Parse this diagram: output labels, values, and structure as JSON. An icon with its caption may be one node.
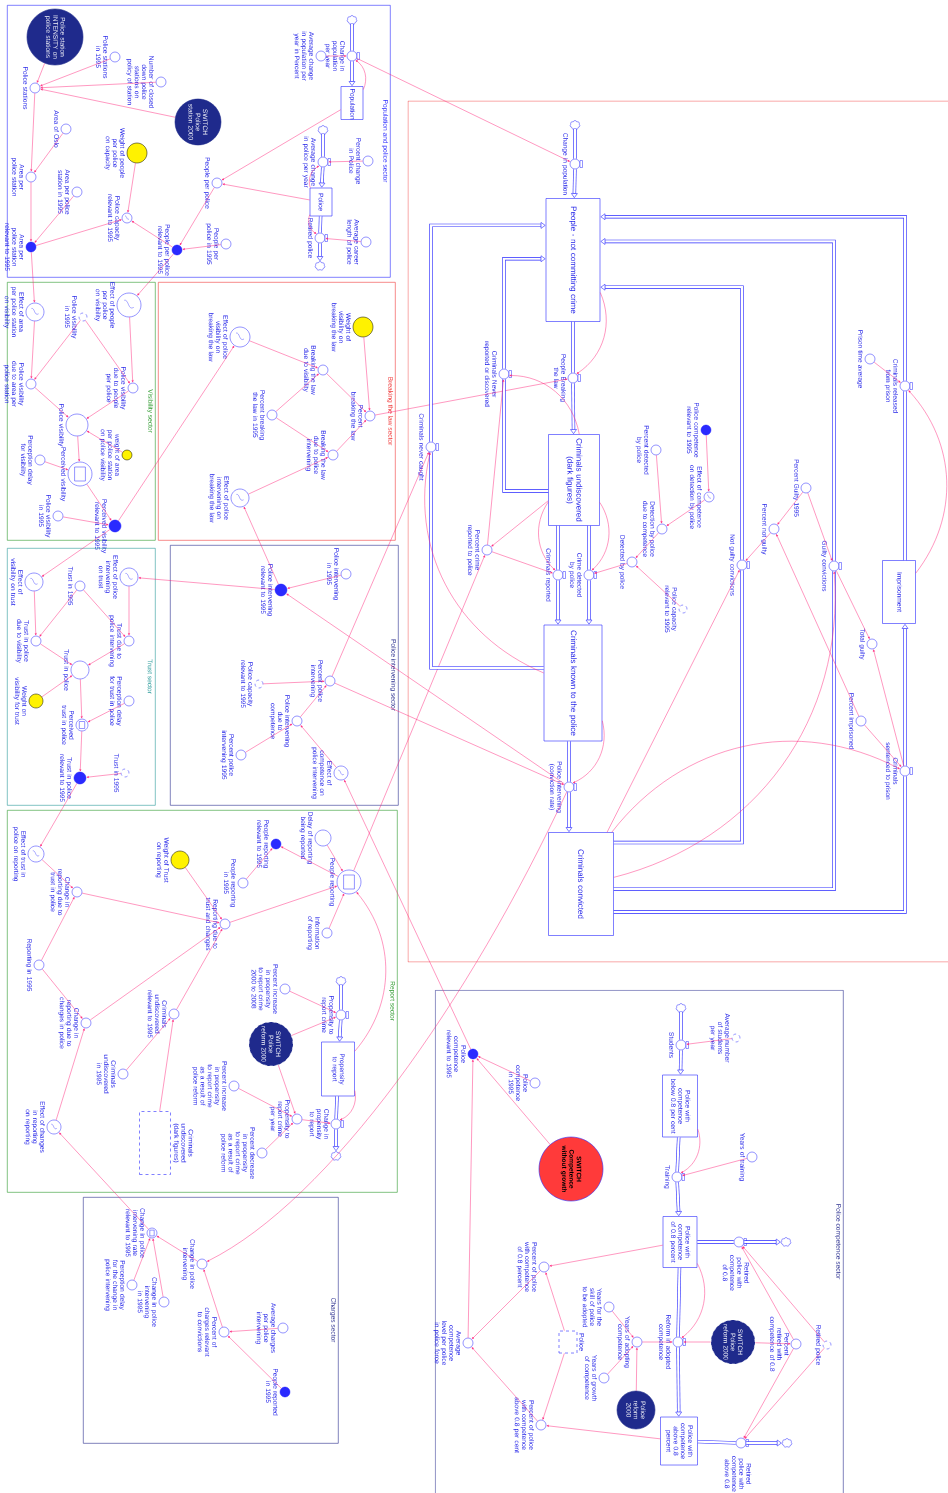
{
  "diagram": {
    "nodes": [
      {
        "text": [
          "Population and police sector"
        ]
      },
      {
        "text": [
          "Police station INTENSITY on police stations"
        ],
        "in": 0
      },
      {
        "text": [
          "Police stations in 1995"
        ],
        "in": 0
      },
      {
        "text": [
          "Number of closed down police stations on policy of station"
        ],
        "in": 0
      },
      {
        "text": [
          "SWITCH Police station 2000"
        ],
        "in": 0
      },
      {
        "text": [
          "Police stations"
        ],
        "in": 0
      },
      {
        "text": [
          "Area of Oslo"
        ],
        "in": 0
      },
      {
        "text": [
          "Area per police station"
        ],
        "in": 0
      },
      {
        "text": [
          "Area per police station in 1995"
        ],
        "in": 0
      },
      {
        "text": [
          "Weight of people per police on capacity"
        ],
        "in": 0
      },
      {
        "text": [
          "Police capacity relevant to 1995"
        ],
        "in": 0
      },
      {
        "text": [
          "Area per police station relevant to 1995"
        ],
        "in": 0
      },
      {
        "text": [
          "People per police relevant to 1995"
        ],
        "in": 0
      },
      {
        "text": [
          "People per police in 1995"
        ],
        "in": 0
      },
      {
        "text": [
          "People per police"
        ],
        "in": 0
      },
      {
        "text": [
          "Population"
        ],
        "in": 0
      },
      {
        "text": [],
        "shape": "cloud",
        "in": 0
      },
      {
        "text": [
          "Change in population per year"
        ],
        "in": 0
      },
      {
        "text": [
          "Average change in population per year in Percent"
        ],
        "in": 0
      },
      {
        "text": [
          "Police"
        ],
        "in": 0
      },
      {
        "text": [],
        "shape": "cloud",
        "in": 0
      },
      {
        "text": [
          "Average change in police per year"
        ],
        "in": 0
      },
      {
        "text": [
          "Percent change in Police"
        ],
        "in": 0
      },
      {
        "text": [
          "Retired police"
        ],
        "in": 0
      },
      {
        "text": [],
        "shape": "cloud",
        "in": 0
      },
      {
        "text": [
          "Average career length of police"
        ],
        "in": 0
      },
      {
        "text": [
          "Visibility sector"
        ]
      },
      {
        "text": [
          "Effect of area per police station on visibility"
        ],
        "in": 26
      },
      {
        "text": [
          "Police visibility in 1995"
        ],
        "in": 26
      },
      {
        "text": [
          "Effect of people per police on visibility"
        ],
        "in": 26
      },
      {
        "text": [
          "Police visibility due to area per police station"
        ],
        "in": 26
      },
      {
        "text": [
          "Police visibility due to people per police"
        ],
        "in": 26
      },
      {
        "text": [
          "Police visibility"
        ],
        "in": 26
      },
      {
        "text": [
          "weight of area per police station on police visibility"
        ],
        "in": 26
      },
      {
        "text": [
          "Perception delay for visibility"
        ],
        "in": 26
      },
      {
        "text": [
          "Perceived visibility"
        ],
        "in": 26
      },
      {
        "text": [
          "Police visibility in 1995"
        ],
        "in": 26
      },
      {
        "text": [
          "Perceived visibility relevant to 1995"
        ],
        "in": 26
      },
      {
        "text": [
          "Breaking the law sector"
        ]
      },
      {
        "text": [
          "Weight of visibility on breaking the law"
        ],
        "in": 38
      },
      {
        "text": [
          "Effect of police visibility on breaking the law"
        ],
        "in": 38
      },
      {
        "text": [
          "Breaking the law due to visibility"
        ],
        "in": 38
      },
      {
        "text": [
          "Percent breaking the law"
        ],
        "in": 38
      },
      {
        "text": [
          "Percent breaking the law in 1995"
        ],
        "in": 38
      },
      {
        "text": [
          "Breaking the law due to police intervening"
        ],
        "in": 38
      },
      {
        "text": [
          "Effect of police intervening on breaking the law"
        ],
        "in": 38
      },
      {
        "text": [
          "Trust sector"
        ]
      },
      {
        "text": [
          "Effect of visibility on trust"
        ],
        "in": 46
      },
      {
        "text": [
          "Trust in 1995"
        ],
        "in": 46
      },
      {
        "text": [
          "Effect of police intervening on trust"
        ],
        "in": 46
      },
      {
        "text": [
          "Trust in police due to visibility"
        ],
        "in": 46
      },
      {
        "text": [
          "Trust due to police intervening"
        ],
        "in": 46
      },
      {
        "text": [
          "Trust in police"
        ],
        "in": 46
      },
      {
        "text": [
          "Weight on visibility for trust"
        ],
        "in": 46
      },
      {
        "text": [
          "Perception delay for trust in police"
        ],
        "in": 46
      },
      {
        "text": [
          "Perceived trust in police"
        ],
        "in": 46
      },
      {
        "text": [
          "Trust in 1995"
        ],
        "in": 46
      },
      {
        "text": [
          "Trust in police relevant to 1995"
        ],
        "in": 46
      },
      {
        "text": [
          "Police intervening sector"
        ]
      },
      {
        "text": [
          "Police intervening relevant to 1995"
        ],
        "in": 58
      },
      {
        "text": [
          "Police intervening in 1995"
        ],
        "in": 58
      },
      {
        "text": [
          "Police capacity relevant to 1995"
        ],
        "in": 58
      },
      {
        "text": [
          "Percent police intervening"
        ],
        "in": 58
      },
      {
        "text": [
          "Police intervening due to competence"
        ],
        "in": 58
      },
      {
        "text": [
          "Percent police intervening 1995"
        ],
        "in": 58
      },
      {
        "text": [
          "Effect of competence on police intervening"
        ],
        "in": 58
      },
      {
        "text": [
          "Report sector"
        ]
      },
      {
        "text": [
          "Effect of trust in police on reporting"
        ],
        "in": 66
      },
      {
        "text": [
          "Weight of Trust on reporting"
        ],
        "in": 66
      },
      {
        "text": [
          "People reporting relevant to 1995"
        ],
        "in": 66
      },
      {
        "text": [
          "Delay of reporting being reported"
        ],
        "in": 66
      },
      {
        "text": [
          "Change in reporting due to trust in police"
        ],
        "in": 66
      },
      {
        "text": [
          "People reporting in 1995"
        ],
        "in": 66
      },
      {
        "text": [
          "Reporting due to trust and changes"
        ],
        "in": 66
      },
      {
        "text": [
          "People reporting"
        ],
        "in": 66
      },
      {
        "text": [
          "Information of reporting"
        ],
        "in": 66
      },
      {
        "text": [
          "Reporting in 1995"
        ],
        "in": 66
      },
      {
        "text": [
          "Change in reporting due to changes in police"
        ],
        "in": 66
      },
      {
        "text": [
          "Criminals undiscovered relevant to 1995"
        ],
        "in": 66
      },
      {
        "text": [
          "Criminals undiscovered in 1995"
        ],
        "in": 66
      },
      {
        "text": [
          "Effect of changes in reporting on reporting"
        ],
        "in": 66
      },
      {
        "text": [
          "Criminals undiscovered (dark figures)"
        ],
        "in": 66
      },
      {
        "text": [
          "Percent increase in propensity to report crime 2000 to 2008"
        ],
        "in": 66
      },
      {
        "text": [],
        "shape": "cloud",
        "in": 66
      },
      {
        "text": [
          "Propensity to report crime"
        ],
        "in": 66
      },
      {
        "text": [
          "SWITCH Police reform 2000"
        ],
        "in": 66
      },
      {
        "text": [
          "Propensity to report"
        ],
        "in": 66
      },
      {
        "text": [
          "Change in propensity to report"
        ],
        "in": 66
      },
      {
        "text": [],
        "shape": "cloud",
        "in": 66
      },
      {
        "text": [
          "Percent increase in propensity to report crime as a result of police reform"
        ],
        "in": 66
      },
      {
        "text": [
          "Propensity to report crime per year"
        ],
        "in": 66
      },
      {
        "text": [
          "Percent decrease in propensity to report crime as a result of police reform"
        ],
        "in": 66
      },
      {
        "text": [
          "Charges sector"
        ]
      },
      {
        "text": [
          "Change in police intervening rate relevant to 1995"
        ],
        "in": 92
      },
      {
        "text": [
          "Change in police intervening"
        ],
        "in": 92
      },
      {
        "text": [
          "Perception delay for the change in police intervening"
        ],
        "in": 92
      },
      {
        "text": [
          "Change in police intervening in 1995"
        ],
        "in": 92
      },
      {
        "text": [
          "Percent of charges relevant to convictions"
        ],
        "in": 92
      },
      {
        "text": [
          "Average charges per police intervening"
        ],
        "in": 92
      },
      {
        "text": [
          "People reported in 1995"
        ],
        "in": 92
      },
      {
        "text": [
          "Police competence sector"
        ]
      },
      {
        "text": [
          "Police competence relevant to 1995"
        ],
        "in": 100
      },
      {
        "text": [
          "Police competence in 1995"
        ],
        "in": 100
      },
      {
        "text": [
          "SWITCH Competence without growth"
        ],
        "in": 100
      },
      {
        "text": [],
        "shape": "cloud",
        "in": 100
      },
      {
        "text": [
          "Students"
        ],
        "in": 100
      },
      {
        "text": [
          "Average number of students per year"
        ],
        "in": 100
      },
      {
        "text": [
          "Police with competence below 0.8 per cent"
        ],
        "in": 100
      },
      {
        "text": [
          "Training"
        ],
        "in": 100
      },
      {
        "text": [
          "Years of training"
        ],
        "in": 100
      },
      {
        "text": [
          "Police with competence of 0.8 percent"
        ],
        "in": 100
      },
      {
        "text": [
          "Retired police with competence of 0.8"
        ],
        "in": 100
      },
      {
        "text": [],
        "shape": "cloud",
        "in": 100
      },
      {
        "text": [
          "Percent of police with competence of 0.8 percent"
        ],
        "in": 100
      },
      {
        "text": [
          "Years for the skill of police to be adopted"
        ],
        "in": 100
      },
      {
        "text": [
          "Years of adopting competence"
        ],
        "in": 100
      },
      {
        "text": [
          "Reform in adopted competence"
        ],
        "in": 100
      },
      {
        "text": [
          "SWITCH Police reform 2000"
        ],
        "in": 100
      },
      {
        "text": [
          "Percent retired with competence of 0.8"
        ],
        "in": 100
      },
      {
        "text": [
          "Retired police"
        ],
        "in": 100
      },
      {
        "text": [
          "Years of growth of competence"
        ],
        "in": 100
      },
      {
        "text": [
          "Police reform 2000"
        ],
        "in": 100
      },
      {
        "text": [
          "Police"
        ],
        "in": 100
      },
      {
        "text": [
          "Percent of police with competence above 0.8 per cent"
        ],
        "in": 100
      },
      {
        "text": [
          "Average competence level per police in police force"
        ],
        "in": 100
      },
      {
        "text": [
          "Police with competence above 0.8 percent"
        ],
        "in": 100
      },
      {
        "text": [
          "Retired police with competence above 0.8"
        ],
        "in": 100
      },
      {
        "text": [],
        "shape": "cloud",
        "in": 100
      },
      {
        "text": [],
        "shape": "box"
      },
      {
        "text": [],
        "shape": "cloud",
        "in": 128
      },
      {
        "text": [
          "Change in population"
        ],
        "in": 128
      },
      {
        "text": [
          "People - not committing crime"
        ],
        "in": 128
      },
      {
        "text": [
          "People Breaking the law"
        ],
        "in": 128
      },
      {
        "text": [
          "Criminals undiscovered (dark figures)"
        ],
        "in": 128
      },
      {
        "text": [
          "Criminals Never reported or discovered"
        ],
        "in": 128
      },
      {
        "text": [
          "Criminals never caught"
        ],
        "in": 128
      },
      {
        "text": [
          "Percent crime reported to police"
        ],
        "in": 128
      },
      {
        "text": [
          "Criminals reported"
        ],
        "in": 128
      },
      {
        "text": [
          "Crime detected by police"
        ],
        "in": 128
      },
      {
        "text": [
          "Detected by police"
        ],
        "in": 128
      },
      {
        "text": [
          "Detection by police due to competence"
        ],
        "in": 128
      },
      {
        "text": [
          "Percent detected by police"
        ],
        "in": 128
      },
      {
        "text": [
          "Police competence relevant to 1995"
        ],
        "in": 128
      },
      {
        "text": [
          "Effect of competence on detection by police"
        ],
        "in": 128
      },
      {
        "text": [
          "Police capacity relevant to 1995"
        ],
        "in": 128
      },
      {
        "text": [
          "Criminals released from prison"
        ],
        "in": 128
      },
      {
        "text": [
          "Prison time average"
        ],
        "in": 128
      },
      {
        "text": [
          "Percent Guilty 1995"
        ],
        "in": 128
      },
      {
        "text": [
          "Percent not guilty"
        ],
        "in": 128
      },
      {
        "text": [
          "Not guilty convictions"
        ],
        "in": 128
      },
      {
        "text": [
          "Guilty convictions"
        ],
        "in": 128
      },
      {
        "text": [
          "Imprisonment"
        ],
        "in": 128
      },
      {
        "text": [
          "Total guilty"
        ],
        "in": 128
      },
      {
        "text": [
          "Percent imprisoned"
        ],
        "in": 128
      },
      {
        "text": [
          "Criminals sentenced to prison"
        ],
        "in": 128
      },
      {
        "text": [
          "Criminals known to the police"
        ],
        "in": 128
      },
      {
        "text": [
          "Police intervening (conviction rate)"
        ],
        "in": 128
      },
      {
        "text": [
          "Criminals convicted"
        ],
        "in": 128
      }
    ],
    "edges": [
      {
        "from": 1,
        "to": 5,
        "arrow": "to"
      },
      {
        "from": 2,
        "to": 5,
        "arrow": "to"
      },
      {
        "from": 3,
        "to": 5,
        "arrow": "to"
      },
      {
        "from": 4,
        "to": 5,
        "arrow": "to"
      },
      {
        "from": 5,
        "to": 7,
        "arrow": "to"
      },
      {
        "from": 6,
        "to": 7,
        "arrow": "to"
      },
      {
        "from": 7,
        "to": 11,
        "arrow": "to"
      },
      {
        "from": 8,
        "to": 11,
        "arrow": "to"
      },
      {
        "from": 11,
        "to": 10,
        "arrow": "to"
      },
      {
        "from": 9,
        "to": 10,
        "arrow": "to"
      },
      {
        "from": 12,
        "to": 10,
        "arrow": "to"
      },
      {
        "from": 13,
        "to": 12,
        "arrow": "to"
      },
      {
        "from": 14,
        "to": 12,
        "arrow": "to"
      },
      {
        "from": 15,
        "to": 14,
        "arrow": "to"
      },
      {
        "from": 19,
        "to": 14,
        "arrow": "to"
      },
      {
        "from": 18,
        "to": 17,
        "arrow": "to"
      },
      {
        "from": 15,
        "to": 17,
        "arrow": "to"
      },
      {
        "from": 22,
        "to": 21,
        "arrow": "to"
      },
      {
        "from": 19,
        "to": 21,
        "arrow": "to"
      },
      {
        "from": 25,
        "to": 23,
        "arrow": "to"
      },
      {
        "from": 19,
        "to": 23,
        "arrow": "to"
      },
      {
        "from": 17,
        "to": 130,
        "arrow": "to"
      },
      {
        "from": 11,
        "to": 27,
        "arrow": "to"
      },
      {
        "from": 12,
        "to": 29,
        "arrow": "to"
      },
      {
        "from": 16,
        "to": 17,
        "arrow": "none",
        "style": "thick",
        "color": "#2a2aff"
      },
      {
        "from": 17,
        "to": 15,
        "arrow": "to",
        "style": "thick",
        "color": "#2a2aff"
      },
      {
        "from": 20,
        "to": 21,
        "arrow": "none",
        "style": "thick",
        "color": "#2a2aff"
      },
      {
        "from": 21,
        "to": 19,
        "arrow": "to",
        "style": "thick",
        "color": "#2a2aff"
      },
      {
        "from": 19,
        "to": 23,
        "arrow": "none",
        "style": "thick",
        "color": "#2a2aff"
      },
      {
        "from": 23,
        "to": 24,
        "arrow": "to",
        "style": "thick",
        "color": "#2a2aff"
      },
      {
        "from": 27,
        "to": 30,
        "arrow": "to"
      },
      {
        "from": 28,
        "to": 30,
        "arrow": "to"
      },
      {
        "from": 28,
        "to": 31,
        "arrow": "to"
      },
      {
        "from": 29,
        "to": 31,
        "arrow": "to"
      },
      {
        "from": 30,
        "to": 32,
        "arrow": "to"
      },
      {
        "from": 31,
        "to": 32,
        "arrow": "to"
      },
      {
        "from": 33,
        "to": 32,
        "arrow": "to"
      },
      {
        "from": 32,
        "to": 35,
        "arrow": "to"
      },
      {
        "from": 34,
        "to": 35,
        "arrow": "to"
      },
      {
        "from": 35,
        "to": 37,
        "arrow": "to"
      },
      {
        "from": 36,
        "to": 37,
        "arrow": "to"
      },
      {
        "from": 37,
        "to": 40,
        "arrow": "to"
      },
      {
        "from": 37,
        "to": 47,
        "arrow": "to"
      },
      {
        "from": 40,
        "to": 41,
        "arrow": "to"
      },
      {
        "from": 43,
        "to": 41,
        "arrow": "to"
      },
      {
        "from": 43,
        "to": 44,
        "arrow": "to"
      },
      {
        "from": 45,
        "to": 44,
        "arrow": "to"
      },
      {
        "from": 41,
        "to": 42,
        "arrow": "to"
      },
      {
        "from": 44,
        "to": 42,
        "arrow": "to"
      },
      {
        "from": 39,
        "to": 42,
        "arrow": "to"
      },
      {
        "from": 42,
        "to": 132,
        "arrow": "to"
      },
      {
        "from": 47,
        "to": 50,
        "arrow": "to"
      },
      {
        "from": 48,
        "to": 50,
        "arrow": "to"
      },
      {
        "from": 48,
        "to": 51,
        "arrow": "to"
      },
      {
        "from": 49,
        "to": 51,
        "arrow": "to"
      },
      {
        "from": 50,
        "to": 52,
        "arrow": "to"
      },
      {
        "from": 51,
        "to": 52,
        "arrow": "to"
      },
      {
        "from": 53,
        "to": 52,
        "arrow": "to"
      },
      {
        "from": 52,
        "to": 55,
        "arrow": "to"
      },
      {
        "from": 54,
        "to": 55,
        "arrow": "to"
      },
      {
        "from": 55,
        "to": 57,
        "arrow": "to"
      },
      {
        "from": 56,
        "to": 57,
        "arrow": "to"
      },
      {
        "from": 57,
        "to": 67,
        "arrow": "to"
      },
      {
        "from": 60,
        "to": 59,
        "arrow": "to"
      },
      {
        "from": 156,
        "to": 59,
        "arrow": "to"
      },
      {
        "from": 59,
        "to": 45,
        "arrow": "to"
      },
      {
        "from": 59,
        "to": 49,
        "arrow": "to"
      },
      {
        "from": 61,
        "to": 62,
        "arrow": "to"
      },
      {
        "from": 63,
        "to": 62,
        "arrow": "to"
      },
      {
        "from": 64,
        "to": 63,
        "arrow": "to"
      },
      {
        "from": 65,
        "to": 63,
        "arrow": "to"
      },
      {
        "from": 101,
        "to": 65,
        "arrow": "to"
      },
      {
        "from": 62,
        "to": 135,
        "arrow": "to"
      },
      {
        "from": 62,
        "to": 156,
        "arrow": "to"
      },
      {
        "from": 67,
        "to": 71,
        "arrow": "to"
      },
      {
        "from": 76,
        "to": 71,
        "arrow": "to"
      },
      {
        "from": 76,
        "to": 77,
        "arrow": "to"
      },
      {
        "from": 80,
        "to": 77,
        "arrow": "to"
      },
      {
        "from": 71,
        "to": 73,
        "arrow": "to"
      },
      {
        "from": 77,
        "to": 73,
        "arrow": "to"
      },
      {
        "from": 68,
        "to": 73,
        "arrow": "to"
      },
      {
        "from": 78,
        "to": 73,
        "arrow": "to"
      },
      {
        "from": 79,
        "to": 78,
        "arrow": "to"
      },
      {
        "from": 81,
        "to": 78,
        "arrow": "to"
      },
      {
        "from": 73,
        "to": 74,
        "arrow": "to"
      },
      {
        "from": 70,
        "to": 74,
        "arrow": "to"
      },
      {
        "from": 75,
        "to": 74,
        "arrow": "to"
      },
      {
        "from": 86,
        "to": 74,
        "arrow": "to"
      },
      {
        "from": 74,
        "to": 69,
        "arrow": "to"
      },
      {
        "from": 72,
        "to": 69,
        "arrow": "to"
      },
      {
        "from": 74,
        "to": 136,
        "arrow": "to"
      },
      {
        "from": 82,
        "to": 84,
        "arrow": "to"
      },
      {
        "from": 85,
        "to": 84,
        "arrow": "to"
      },
      {
        "from": 85,
        "to": 90,
        "arrow": "to"
      },
      {
        "from": 89,
        "to": 90,
        "arrow": "to"
      },
      {
        "from": 91,
        "to": 90,
        "arrow": "to"
      },
      {
        "from": 90,
        "to": 87,
        "arrow": "to"
      },
      {
        "from": 86,
        "to": 87,
        "arrow": "to"
      },
      {
        "from": 93,
        "to": 80,
        "arrow": "to"
      },
      {
        "from": 156,
        "to": 94,
        "arrow": "to"
      },
      {
        "from": 83,
        "to": 84,
        "arrow": "none",
        "style": "thick",
        "color": "#2a2aff"
      },
      {
        "from": 84,
        "to": 86,
        "arrow": "to",
        "style": "thick",
        "color": "#2a2aff"
      },
      {
        "from": 86,
        "to": 87,
        "arrow": "none",
        "style": "thick",
        "color": "#2a2aff"
      },
      {
        "from": 87,
        "to": 88,
        "arrow": "to",
        "style": "thick",
        "color": "#2a2aff"
      },
      {
        "from": 94,
        "to": 93,
        "arrow": "to"
      },
      {
        "from": 95,
        "to": 93,
        "arrow": "to"
      },
      {
        "from": 96,
        "to": 93,
        "arrow": "to"
      },
      {
        "from": 97,
        "to": 94,
        "arrow": "to"
      },
      {
        "from": 98,
        "to": 97,
        "arrow": "to"
      },
      {
        "from": 99,
        "to": 97,
        "arrow": "to"
      },
      {
        "from": 102,
        "to": 101,
        "arrow": "to"
      },
      {
        "from": 103,
        "to": 101,
        "arrow": "to"
      },
      {
        "from": 124,
        "to": 101,
        "arrow": "to"
      },
      {
        "from": 113,
        "to": 124,
        "arrow": "to"
      },
      {
        "from": 123,
        "to": 124,
        "arrow": "to"
      },
      {
        "from": 110,
        "to": 113,
        "arrow": "to"
      },
      {
        "from": 122,
        "to": 113,
        "arrow": "to"
      },
      {
        "from": 122,
        "to": 123,
        "arrow": "to"
      },
      {
        "from": 125,
        "to": 123,
        "arrow": "to"
      },
      {
        "from": 106,
        "to": 105,
        "arrow": "to"
      },
      {
        "from": 107,
        "to": 108,
        "arrow": "to"
      },
      {
        "from": 109,
        "to": 108,
        "arrow": "to"
      },
      {
        "from": 114,
        "to": 115,
        "arrow": "to"
      },
      {
        "from": 120,
        "to": 115,
        "arrow": "to"
      },
      {
        "from": 121,
        "to": 115,
        "arrow": "to"
      },
      {
        "from": 115,
        "to": 116,
        "arrow": "to"
      },
      {
        "from": 117,
        "to": 116,
        "arrow": "to"
      },
      {
        "from": 110,
        "to": 116,
        "arrow": "to"
      },
      {
        "from": 117,
        "to": 118,
        "arrow": "to"
      },
      {
        "from": 118,
        "to": 111,
        "arrow": "to"
      },
      {
        "from": 118,
        "to": 126,
        "arrow": "to"
      },
      {
        "from": 119,
        "to": 111,
        "arrow": "to"
      },
      {
        "from": 119,
        "to": 126,
        "arrow": "to"
      },
      {
        "from": 104,
        "to": 105,
        "arrow": "none",
        "style": "thick",
        "color": "#2a2aff"
      },
      {
        "from": 105,
        "to": 107,
        "arrow": "to",
        "style": "thick",
        "color": "#2a2aff"
      },
      {
        "from": 107,
        "to": 108,
        "arrow": "none",
        "style": "thick",
        "color": "#2a2aff"
      },
      {
        "from": 108,
        "to": 110,
        "arrow": "to",
        "style": "thick",
        "color": "#2a2aff"
      },
      {
        "from": 110,
        "to": 116,
        "arrow": "none",
        "style": "thick",
        "color": "#2a2aff"
      },
      {
        "from": 116,
        "to": 125,
        "arrow": "to",
        "style": "thick",
        "color": "#2a2aff"
      },
      {
        "from": 110,
        "to": 111,
        "arrow": "none",
        "style": "thick",
        "color": "#2a2aff"
      },
      {
        "from": 111,
        "to": 112,
        "arrow": "to",
        "style": "thick",
        "color": "#2a2aff"
      },
      {
        "from": 125,
        "to": 126,
        "arrow": "none",
        "style": "thick",
        "color": "#2a2aff"
      },
      {
        "from": 126,
        "to": 127,
        "arrow": "to",
        "style": "thick",
        "color": "#2a2aff"
      },
      {
        "from": 129,
        "to": 130,
        "arrow": "none",
        "style": "thick",
        "color": "#2a2aff"
      },
      {
        "from": 130,
        "to": 131,
        "arrow": "to",
        "style": "thick",
        "color": "#2a2aff"
      },
      {
        "from": 131,
        "to": 132,
        "arrow": "none",
        "style": "thick",
        "color": "#2a2aff"
      },
      {
        "from": 132,
        "to": 133,
        "arrow": "to",
        "style": "thick",
        "color": "#2a2aff"
      },
      {
        "from": 133,
        "to": 134,
        "arrow": "none",
        "style": "thick",
        "color": "#2a2aff"
      },
      {
        "from": 134,
        "to": 131,
        "arrow": "to",
        "style": "thick",
        "color": "#2a2aff"
      },
      {
        "from": 155,
        "to": 135,
        "arrow": "none",
        "style": "thick",
        "color": "#2a2aff"
      },
      {
        "from": 135,
        "to": 131,
        "arrow": "to",
        "style": "thick",
        "color": "#2a2aff"
      },
      {
        "from": 133,
        "to": 137,
        "arrow": "none",
        "style": "thick",
        "color": "#2a2aff"
      },
      {
        "from": 137,
        "to": 155,
        "arrow": "to",
        "style": "thick",
        "color": "#2a2aff"
      },
      {
        "from": 133,
        "to": 138,
        "arrow": "none",
        "style": "thick",
        "color": "#2a2aff"
      },
      {
        "from": 138,
        "to": 155,
        "arrow": "to",
        "style": "thick",
        "color": "#2a2aff"
      },
      {
        "from": 155,
        "to": 156,
        "arrow": "none",
        "style": "thick",
        "color": "#2a2aff"
      },
      {
        "from": 156,
        "to": 157,
        "arrow": "to",
        "style": "thick",
        "color": "#2a2aff"
      },
      {
        "from": 157,
        "to": 149,
        "arrow": "none",
        "style": "thick",
        "color": "#2a2aff"
      },
      {
        "from": 149,
        "to": 131,
        "arrow": "to",
        "style": "thick",
        "color": "#2a2aff"
      },
      {
        "from": 157,
        "to": 150,
        "arrow": "none",
        "style": "thick",
        "color": "#2a2aff"
      },
      {
        "from": 150,
        "to": 131,
        "arrow": "to",
        "style": "thick",
        "color": "#2a2aff"
      },
      {
        "from": 151,
        "to": 145,
        "arrow": "none",
        "style": "thick",
        "color": "#2a2aff"
      },
      {
        "from": 145,
        "to": 131,
        "arrow": "to",
        "style": "thick",
        "color": "#2a2aff"
      },
      {
        "from": 157,
        "to": 154,
        "arrow": "none",
        "style": "thick",
        "color": "#2a2aff"
      },
      {
        "from": 154,
        "to": 151,
        "arrow": "to",
        "style": "thick",
        "color": "#2a2aff"
      },
      {
        "from": 131,
        "to": 132,
        "arrow": "to"
      },
      {
        "from": 133,
        "to": 134,
        "arrow": "to"
      },
      {
        "from": 136,
        "to": 134,
        "arrow": "to"
      },
      {
        "from": 133,
        "to": 136,
        "arrow": "to"
      },
      {
        "from": 136,
        "to": 137,
        "arrow": "to"
      },
      {
        "from": 133,
        "to": 137,
        "arrow": "to"
      },
      {
        "from": 133,
        "to": 138,
        "arrow": "to"
      },
      {
        "from": 139,
        "to": 138,
        "arrow": "to"
      },
      {
        "from": 140,
        "to": 139,
        "arrow": "to"
      },
      {
        "from": 144,
        "to": 139,
        "arrow": "to"
      },
      {
        "from": 141,
        "to": 140,
        "arrow": "to"
      },
      {
        "from": 143,
        "to": 140,
        "arrow": "to"
      },
      {
        "from": 142,
        "to": 143,
        "arrow": "to"
      },
      {
        "from": 155,
        "to": 135,
        "arrow": "to"
      },
      {
        "from": 155,
        "to": 156,
        "arrow": "to"
      },
      {
        "from": 157,
        "to": 149,
        "arrow": "to"
      },
      {
        "from": 148,
        "to": 149,
        "arrow": "to"
      },
      {
        "from": 147,
        "to": 148,
        "arrow": "to"
      },
      {
        "from": 147,
        "to": 150,
        "arrow": "to"
      },
      {
        "from": 153,
        "to": 148,
        "arrow": "to"
      },
      {
        "from": 157,
        "to": 150,
        "arrow": "to"
      },
      {
        "from": 150,
        "to": 152,
        "arrow": "to"
      },
      {
        "from": 154,
        "to": 152,
        "arrow": "to"
      },
      {
        "from": 153,
        "to": 154,
        "arrow": "to"
      },
      {
        "from": 157,
        "to": 154,
        "arrow": "to"
      },
      {
        "from": 146,
        "to": 145,
        "arrow": "to"
      },
      {
        "from": 151,
        "to": 145,
        "arrow": "to"
      }
    ]
  }
}
